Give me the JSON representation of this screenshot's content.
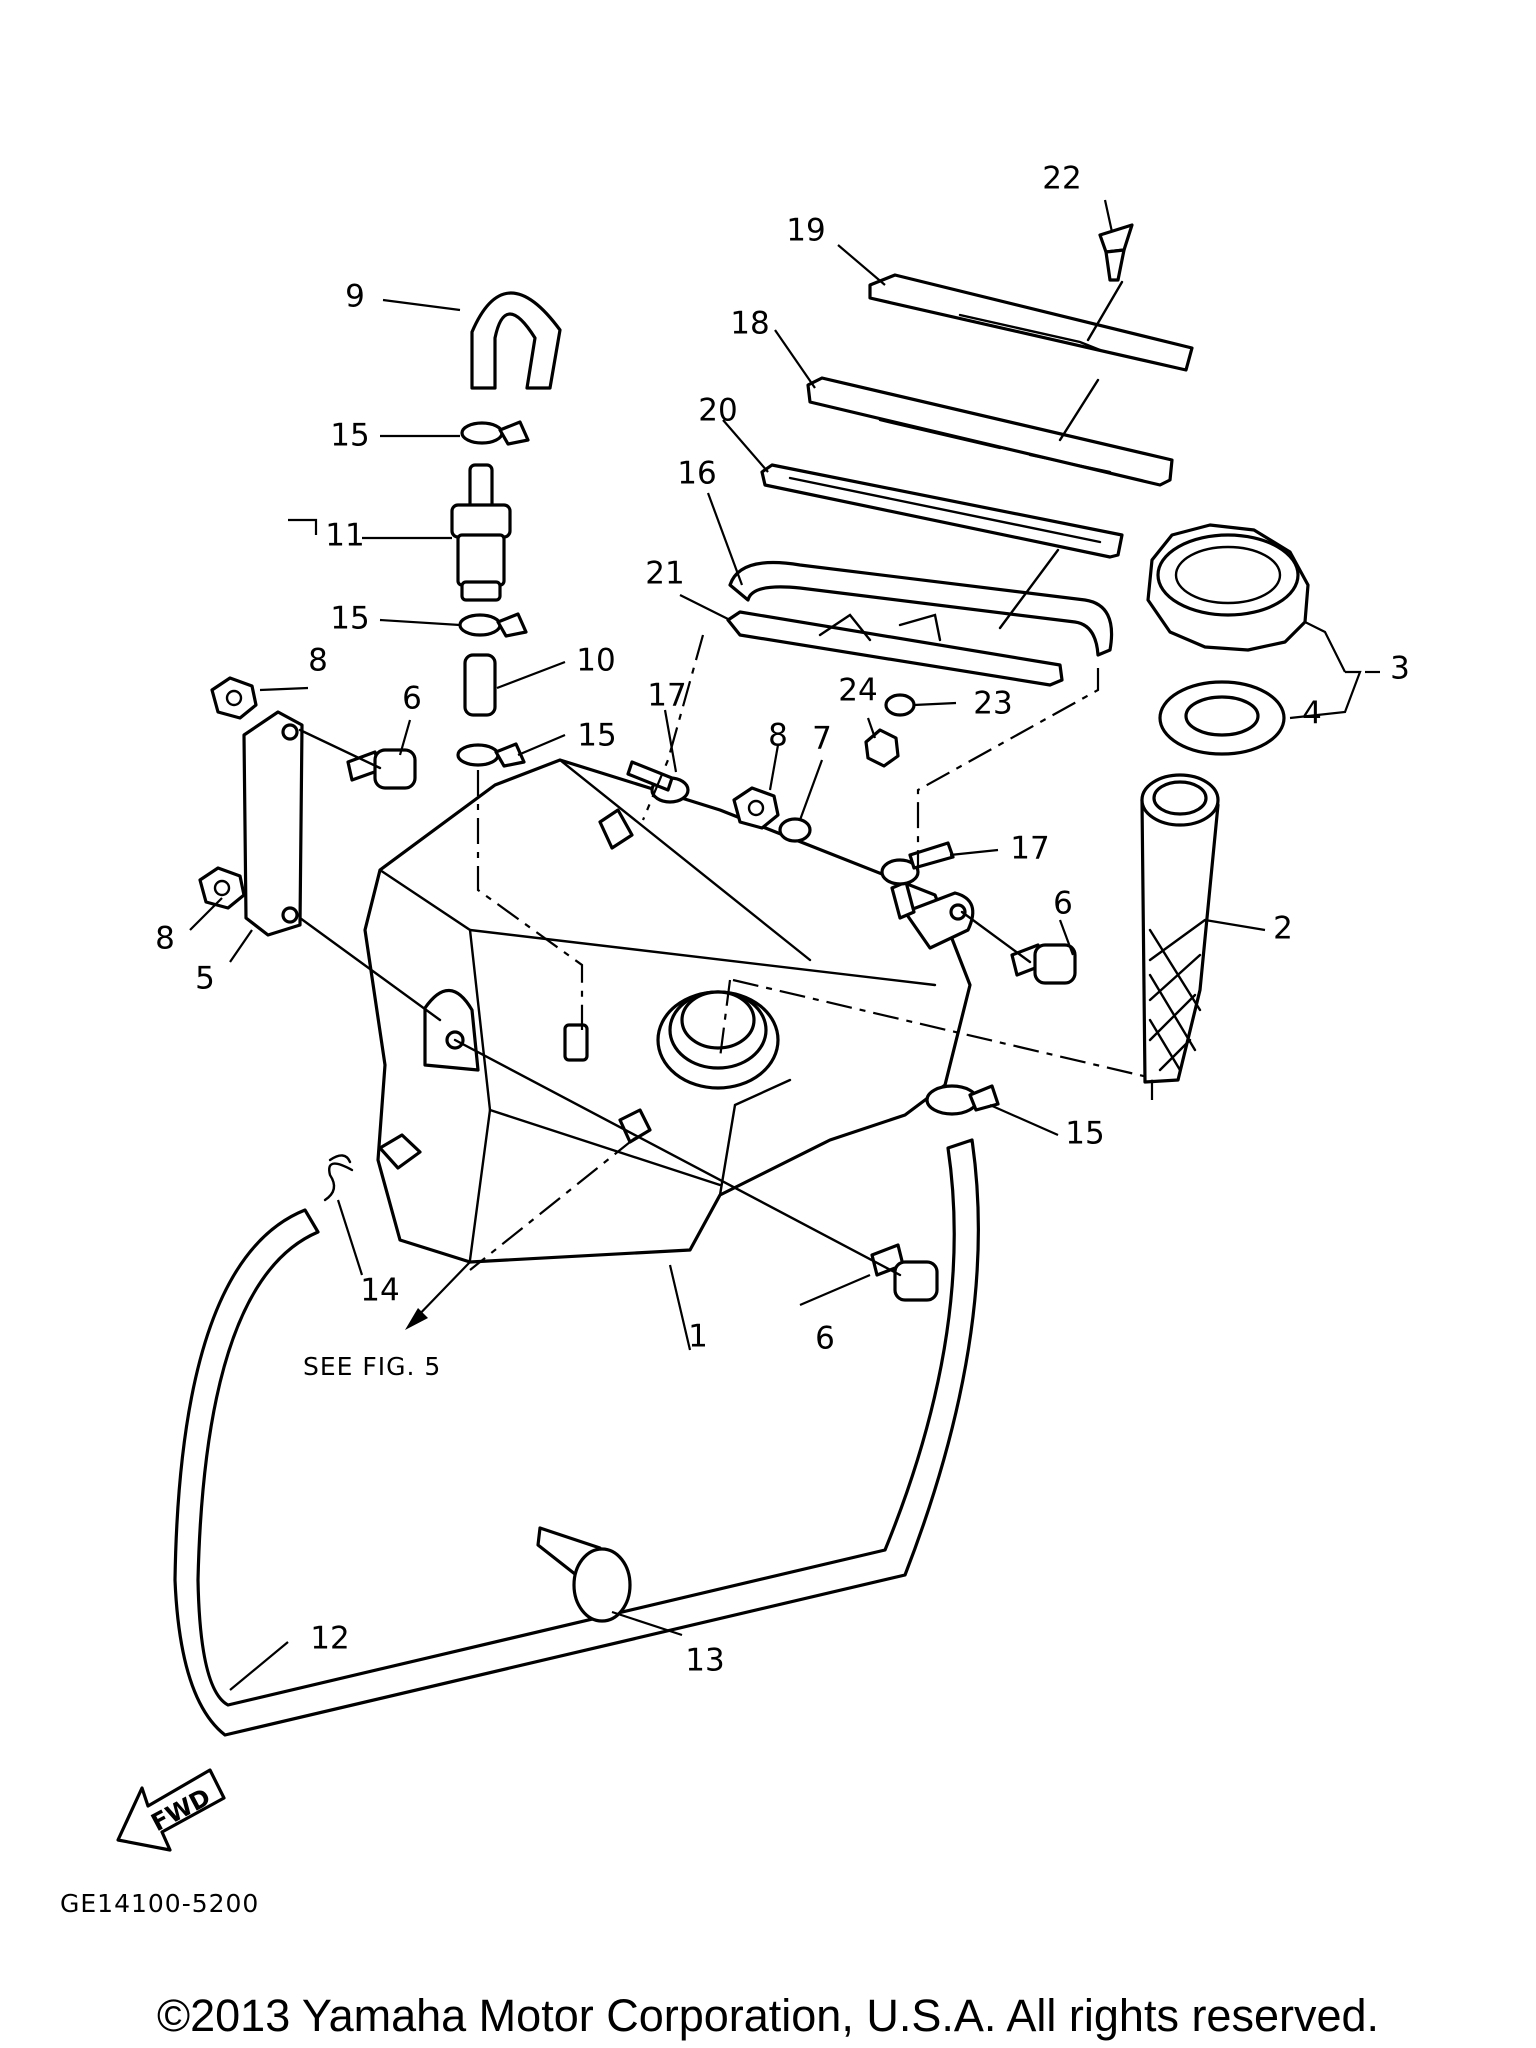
{
  "diagram": {
    "callouts": [
      {
        "id": "c1",
        "text": "1"
      },
      {
        "id": "c2",
        "text": "2"
      },
      {
        "id": "c3",
        "text": "3"
      },
      {
        "id": "c4",
        "text": "4"
      },
      {
        "id": "c5",
        "text": "5"
      },
      {
        "id": "c6a",
        "text": "6"
      },
      {
        "id": "c6b",
        "text": "6"
      },
      {
        "id": "c6c",
        "text": "6"
      },
      {
        "id": "c7",
        "text": "7"
      },
      {
        "id": "c8a",
        "text": "8"
      },
      {
        "id": "c8b",
        "text": "8"
      },
      {
        "id": "c8c",
        "text": "8"
      },
      {
        "id": "c9",
        "text": "9"
      },
      {
        "id": "c10",
        "text": "10"
      },
      {
        "id": "c11",
        "text": "11"
      },
      {
        "id": "c12",
        "text": "12"
      },
      {
        "id": "c13",
        "text": "13"
      },
      {
        "id": "c14",
        "text": "14"
      },
      {
        "id": "c15a",
        "text": "15"
      },
      {
        "id": "c15b",
        "text": "15"
      },
      {
        "id": "c15c",
        "text": "15"
      },
      {
        "id": "c15d",
        "text": "15"
      },
      {
        "id": "c16",
        "text": "16"
      },
      {
        "id": "c17a",
        "text": "17"
      },
      {
        "id": "c17b",
        "text": "17"
      },
      {
        "id": "c18",
        "text": "18"
      },
      {
        "id": "c19",
        "text": "19"
      },
      {
        "id": "c20",
        "text": "20"
      },
      {
        "id": "c21",
        "text": "21"
      },
      {
        "id": "c22",
        "text": "22"
      },
      {
        "id": "c23",
        "text": "23"
      },
      {
        "id": "c24",
        "text": "24"
      }
    ],
    "see_fig_note": "SEE FIG. 5",
    "fwd_label": "FWD",
    "diagram_code": "GE14100-5200"
  },
  "footer": {
    "copyright": "©2013 Yamaha Motor Corporation, U.S.A. All rights reserved."
  }
}
